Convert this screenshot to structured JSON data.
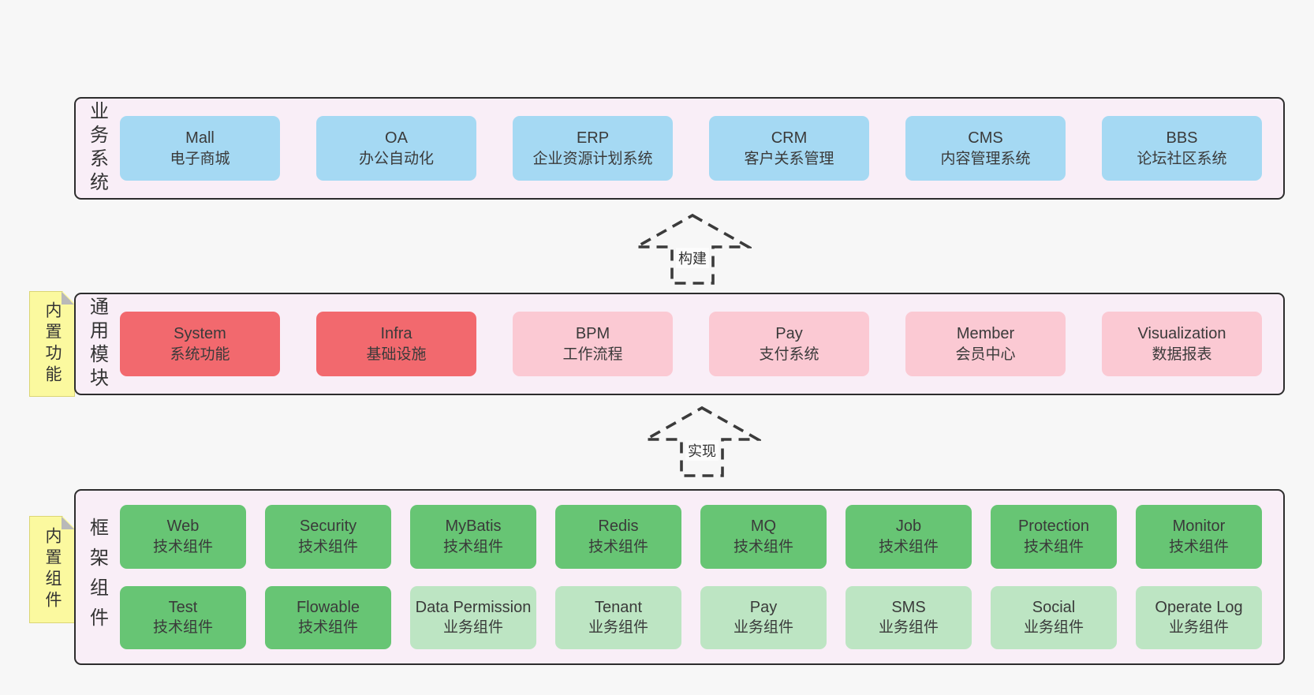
{
  "colors": {
    "page_bg": "#f7f7f7",
    "band_bg": "#f9eef7",
    "band_border": "#2d2d2d",
    "blue": "#a5d9f3",
    "red": "#f2696e",
    "pink": "#fbc9d3",
    "green": "#67c574",
    "light_green": "#bde5c3",
    "yellow": "#fbf99f",
    "fold": "#b9b9b9",
    "text": "#3a3a3a",
    "arrow": "#3b3b3b"
  },
  "business_band": {
    "label": "业务系统",
    "boxes": [
      {
        "title": "Mall",
        "subtitle": "电子商城"
      },
      {
        "title": "OA",
        "subtitle": "办公自动化"
      },
      {
        "title": "ERP",
        "subtitle": "企业资源计划系统"
      },
      {
        "title": "CRM",
        "subtitle": "客户关系管理"
      },
      {
        "title": "CMS",
        "subtitle": "内容管理系统"
      },
      {
        "title": "BBS",
        "subtitle": "论坛社区系统"
      }
    ]
  },
  "modules_band": {
    "label": "通用模块",
    "sticky": "内置功能",
    "boxes": [
      {
        "title": "System",
        "subtitle": "系统功能"
      },
      {
        "title": "Infra",
        "subtitle": "基础设施"
      },
      {
        "title": "BPM",
        "subtitle": "工作流程"
      },
      {
        "title": "Pay",
        "subtitle": "支付系统"
      },
      {
        "title": "Member",
        "subtitle": "会员中心"
      },
      {
        "title": "Visualization",
        "subtitle": "数据报表"
      }
    ]
  },
  "components_band": {
    "label": "框架组件",
    "sticky": "内置组件",
    "rows": [
      [
        {
          "title": "Web",
          "subtitle": "技术组件"
        },
        {
          "title": "Security",
          "subtitle": "技术组件"
        },
        {
          "title": "MyBatis",
          "subtitle": "技术组件"
        },
        {
          "title": "Redis",
          "subtitle": "技术组件"
        },
        {
          "title": "MQ",
          "subtitle": "技术组件"
        },
        {
          "title": "Job",
          "subtitle": "技术组件"
        },
        {
          "title": "Protection",
          "subtitle": "技术组件"
        },
        {
          "title": "Monitor",
          "subtitle": "技术组件"
        }
      ],
      [
        {
          "title": "Test",
          "subtitle": "技术组件"
        },
        {
          "title": "Flowable",
          "subtitle": "技术组件"
        },
        {
          "title": "Data Permission",
          "subtitle": "业务组件"
        },
        {
          "title": "Tenant",
          "subtitle": "业务组件"
        },
        {
          "title": "Pay",
          "subtitle": "业务组件"
        },
        {
          "title": "SMS",
          "subtitle": "业务组件"
        },
        {
          "title": "Social",
          "subtitle": "业务组件"
        },
        {
          "title": "Operate Log",
          "subtitle": "业务组件"
        }
      ]
    ]
  },
  "arrows": [
    {
      "label": "构建"
    },
    {
      "label": "实现"
    }
  ]
}
